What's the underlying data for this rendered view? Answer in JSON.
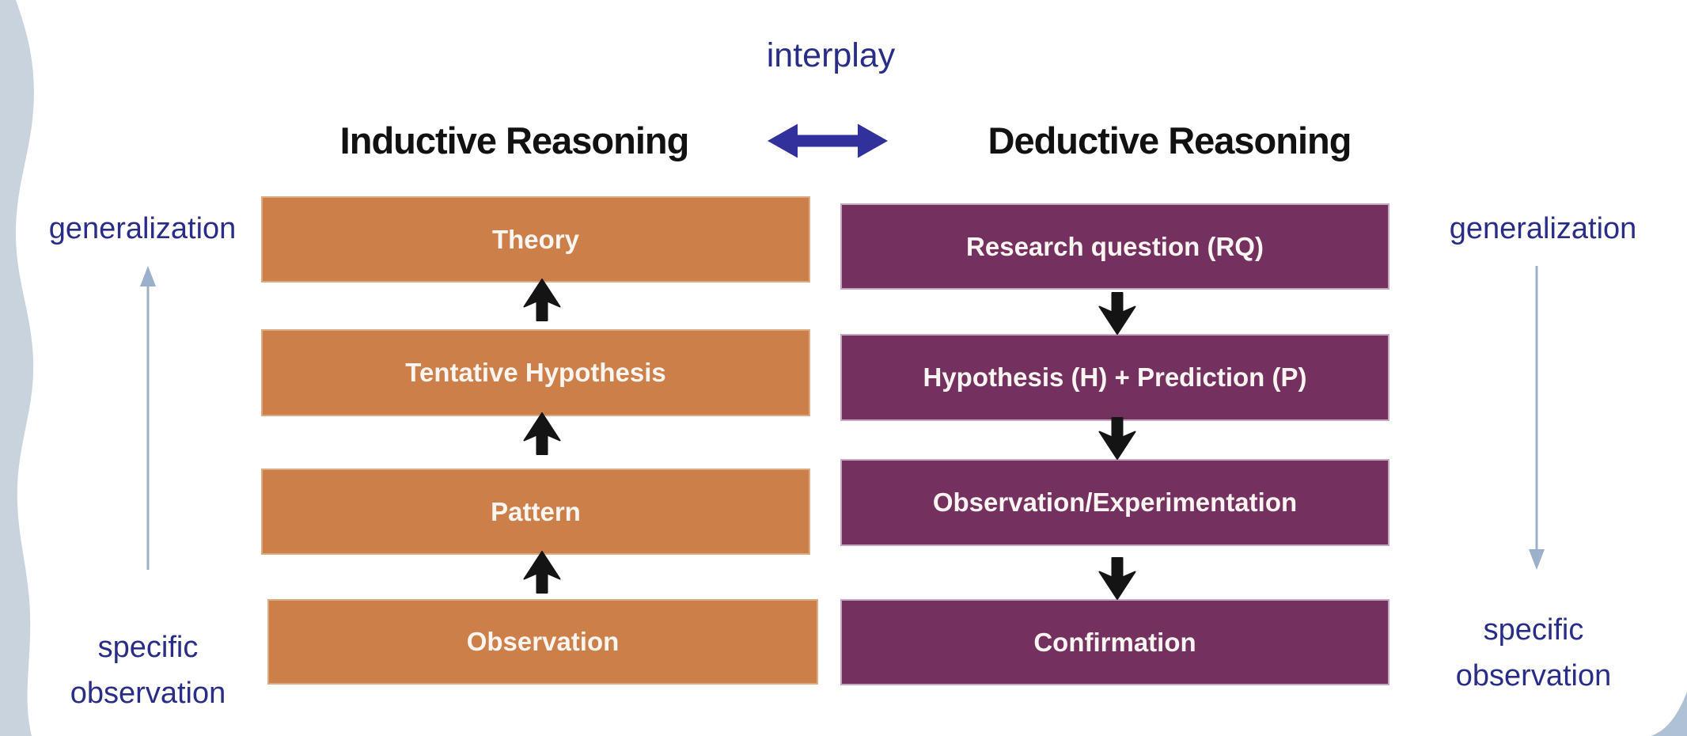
{
  "slide": {
    "interplay_label": "interplay",
    "headers": {
      "inductive": "Inductive Reasoning",
      "deductive": "Deductive Reasoning"
    },
    "inductive_column": {
      "flow_direction": "up",
      "boxes": [
        "Theory",
        "Tentative Hypothesis",
        "Pattern",
        "Observation"
      ]
    },
    "deductive_column": {
      "flow_direction": "down",
      "boxes": [
        "Research question (RQ)",
        "Hypothesis (H) + Prediction (P)",
        "Observation/Experimentation",
        "Confirmation"
      ]
    },
    "side_left": {
      "top_label": "generalization",
      "bottom_label": "specific observation",
      "arrow_direction": "up"
    },
    "side_right": {
      "top_label": "generalization",
      "bottom_label": "specific observation",
      "arrow_direction": "down"
    }
  },
  "colors": {
    "background": "#ffffff",
    "inductive_box": "#cd7f49",
    "inductive_box_border": "#dcab82",
    "deductive_box": "#74305f",
    "deductive_box_border": "#c3a8bf",
    "box_text": "#faf5f1",
    "header_text": "#111111",
    "navy_text": "#2a2d88",
    "interplay_arrow": "#32319b",
    "flow_arrow": "#141414",
    "side_arrow": "#9bb0cb",
    "decor_left": "#c9d3de",
    "decor_corner": "#afc1d4"
  }
}
